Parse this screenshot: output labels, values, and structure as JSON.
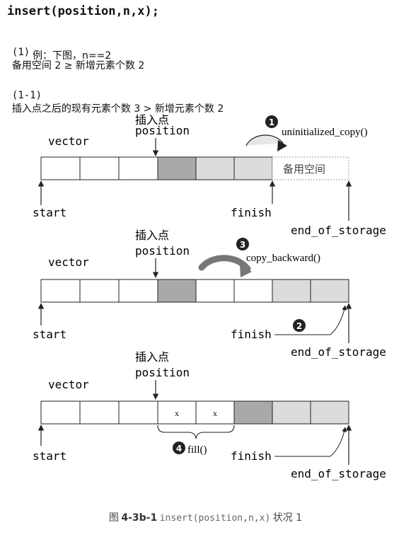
{
  "header": {
    "title": "insert(position,n,x);",
    "condition1_num": "(1)",
    "condition1_text": "备用空间 2 ≥ 新增元素个数 2",
    "example_text": "例：下图，n==2",
    "condition2_num": "(1-1)",
    "condition2_text": "插入点之后的现有元素个数 3 > 新增元素个数 2"
  },
  "labels": {
    "insert_point": "插入点",
    "position": "position",
    "vector": "vector",
    "start": "start",
    "finish": "finish",
    "end_of_storage": "end_of_storage",
    "spare_space": "备用空间",
    "x": "x"
  },
  "steps": [
    {
      "num": "1",
      "label": "uninitialized_copy()"
    },
    {
      "num": "2",
      "label": ""
    },
    {
      "num": "3",
      "label": "copy_backward()"
    },
    {
      "num": "4",
      "label": "fill()"
    }
  ],
  "caption": {
    "figure_label": "图",
    "figure_number": "4-3b-1",
    "code": "insert(position,n,x)",
    "description": "状况 1"
  },
  "colors": {
    "cell_dark": "#a9a9a9",
    "cell_light": "#dcdcdc",
    "cell_white": "#ffffff",
    "outline": "#222222",
    "badge": "#222222"
  }
}
